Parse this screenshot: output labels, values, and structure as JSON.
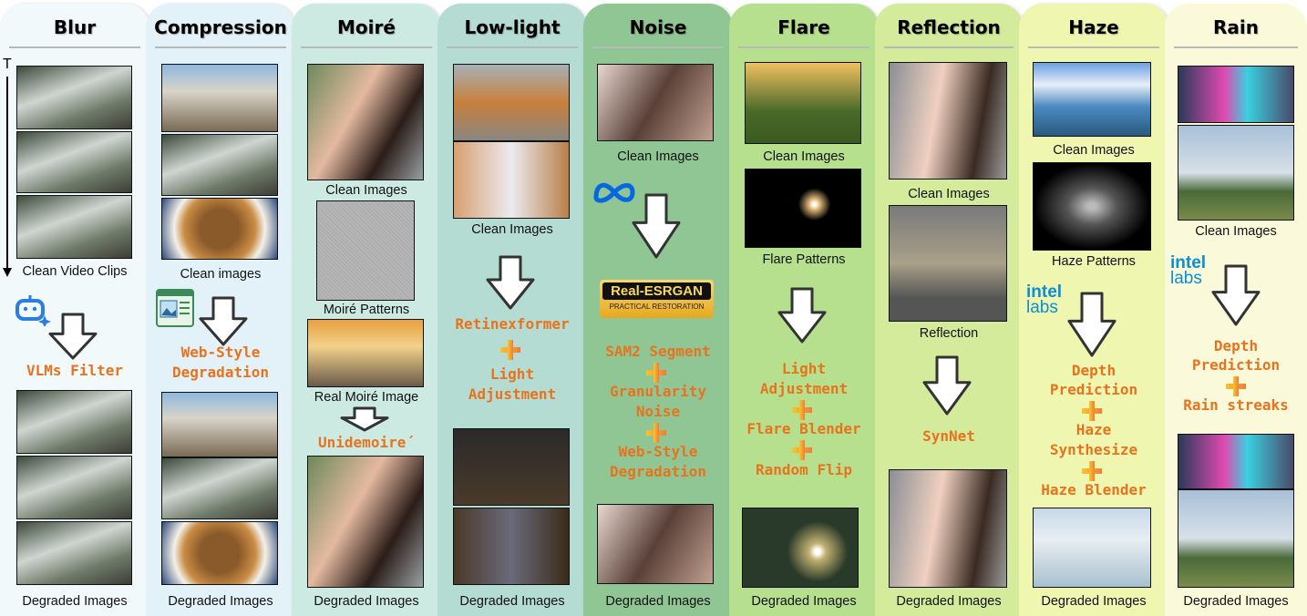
{
  "columns": [
    {
      "title": "Blur",
      "bg": "#f1f9fb",
      "labels": [
        "Clean Video Clips",
        "Degraded Images"
      ],
      "methods": [
        "VLMs Filter"
      ],
      "time_label": "T"
    },
    {
      "title": "Compression",
      "bg": "#e3f2f8",
      "labels": [
        "Clean images",
        "Degraded Images"
      ],
      "methods": [
        "Web-Style",
        "Degradation"
      ]
    },
    {
      "title": "Moiré",
      "bg": "#cdeae2",
      "labels": [
        "Clean Images",
        "Moiré Patterns",
        "Real Moiré Image",
        "Degraded Images"
      ],
      "methods": [
        "Unidemoire´"
      ]
    },
    {
      "title": "Low-light",
      "bg": "#b4dcd2",
      "labels": [
        "Clean Images",
        "Degraded Images"
      ],
      "methods": [
        "Retinexformer",
        "Light",
        "Adjustment"
      ]
    },
    {
      "title": "Noise",
      "bg": "#8fc694",
      "labels": [
        "Clean Images",
        "Degraded Images"
      ],
      "methods": [
        "SAM2 Segment",
        "Granularity",
        "Noise",
        "Web-Style",
        "Degradation"
      ],
      "badge": {
        "title": "Real-ESRGAN",
        "subtitle": "Practical Restoration"
      }
    },
    {
      "title": "Flare",
      "bg": "#b6e08d",
      "labels": [
        "Clean Images",
        "Flare Patterns",
        "Degraded Images"
      ],
      "methods": [
        "Light",
        "Adjustment",
        "Flare Blender",
        "Random Flip"
      ]
    },
    {
      "title": "Reflection",
      "bg": "#d3eb9b",
      "labels": [
        "Clean Images",
        "Reflection",
        "Degraded Images"
      ],
      "methods": [
        "SynNet"
      ]
    },
    {
      "title": "Haze",
      "bg": "#eef6b0",
      "labels": [
        "Clean Images",
        "Haze Patterns",
        "Degraded Images"
      ],
      "methods": [
        "Depth",
        "Prediction",
        "Haze",
        "Synthesize",
        "Haze Blender"
      ],
      "logo": {
        "line1": "intel",
        "line2": "labs"
      }
    },
    {
      "title": "Rain",
      "bg": "#fafadb",
      "labels": [
        "Clean Images",
        "Degraded Images"
      ],
      "methods": [
        "Depth",
        "Prediction",
        "Rain streaks"
      ],
      "logo": {
        "line1": "intel",
        "line2": "labs"
      }
    }
  ],
  "colors": {
    "method_text": "#e8731e",
    "intel_blue": "#0a8fd6"
  }
}
